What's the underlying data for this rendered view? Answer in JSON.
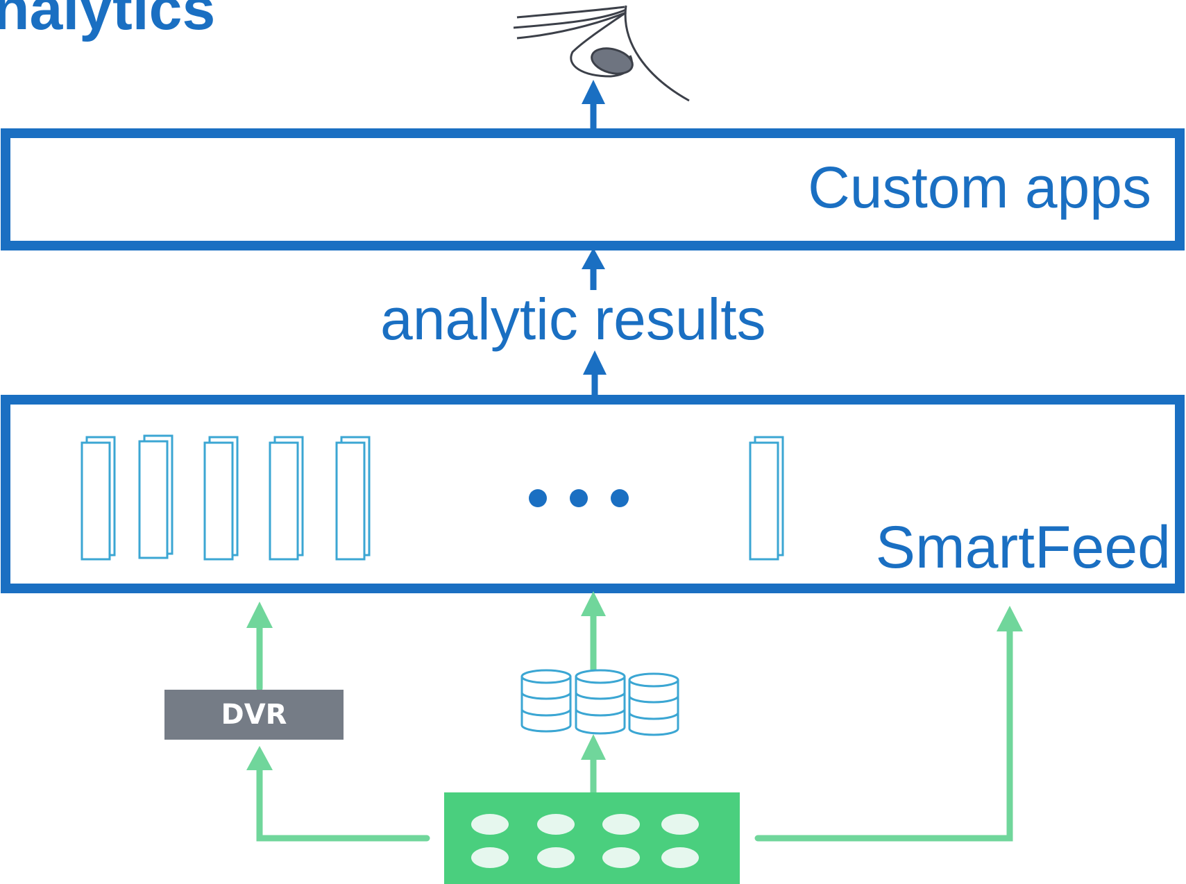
{
  "diagram": {
    "title_fragment": "nalytics",
    "custom_apps_label": "Custom apps",
    "analytic_results_label": "analytic results",
    "smartfeed_label": "SmartFeed",
    "dvr_label": "DVR",
    "ellipsis_icon": "three-dots",
    "eye_icon": "eye",
    "colors": {
      "blue": "#1a6fc2",
      "green": "#70d69b",
      "camera_green": "#4acf7e",
      "frame_cyan": "#3ba6d3",
      "dvr_gray": "#757c86"
    }
  }
}
